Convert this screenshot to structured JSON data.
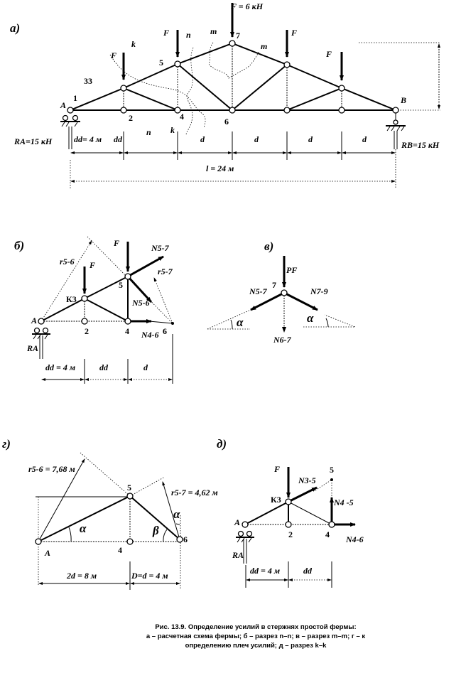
{
  "panel_a": {
    "label": "а)",
    "force_top": "F = 6 кН",
    "F": "F",
    "nodes": {
      "A": "A",
      "n1": "1",
      "n3": "33",
      "n2": "2",
      "n4": "4",
      "n5": "5",
      "n6": "6",
      "n7": "7",
      "B": "B"
    },
    "cuts": {
      "k": "k",
      "n": "n",
      "m": "m"
    },
    "RA": "RA=15 кН",
    "RB": "RB=15 кН",
    "dd4": "dd= 4 м",
    "dd": "dd",
    "d": "d",
    "span": "l = 24 м"
  },
  "panel_b": {
    "label": "б)",
    "F": "F",
    "A": "A",
    "K3": "К3",
    "n5": "5",
    "n2": "2",
    "n4": "4",
    "n6": "6",
    "r56": "r5-6",
    "r57": "r5-7",
    "N57": "N5-7",
    "N56": "N5-6",
    "N46": "N4-6",
    "RA": "RA",
    "dd4": "dd = 4 м",
    "dd": "dd",
    "d": "d"
  },
  "panel_v": {
    "label": "в)",
    "n7": "7",
    "PF": "PF",
    "N57": "N5-7",
    "N79": "N7-9",
    "N67": "N6-7",
    "alpha": "α"
  },
  "panel_g": {
    "label": "г)",
    "r56": "r5-6 = 7,68 м",
    "r57": "r5-7 = 4,62 м",
    "n5": "5",
    "n4": "4",
    "n6": "6",
    "A": "A",
    "alpha": "α",
    "beta": "β",
    "d2": "2d = 8 м",
    "D": "D=d = 4 м"
  },
  "panel_d": {
    "label": "д)",
    "F": "F",
    "n5": "5",
    "N35": "N3-5",
    "K3": "К3",
    "N45": "N4 -5",
    "A": "A",
    "n2": "2",
    "n4": "4",
    "N46": "N4-6",
    "RA": "RA",
    "dd4": "dd = 4 м",
    "dd": "dd"
  },
  "caption": {
    "line1": "Рис. 13.9. Определение усилий в стержнях простой фермы:",
    "line2": "а – расчетная схема фермы; б – разрез n–n; в – разрез m–m;   г – к",
    "line3": "определению плеч усилий; д – разрез k–k"
  }
}
